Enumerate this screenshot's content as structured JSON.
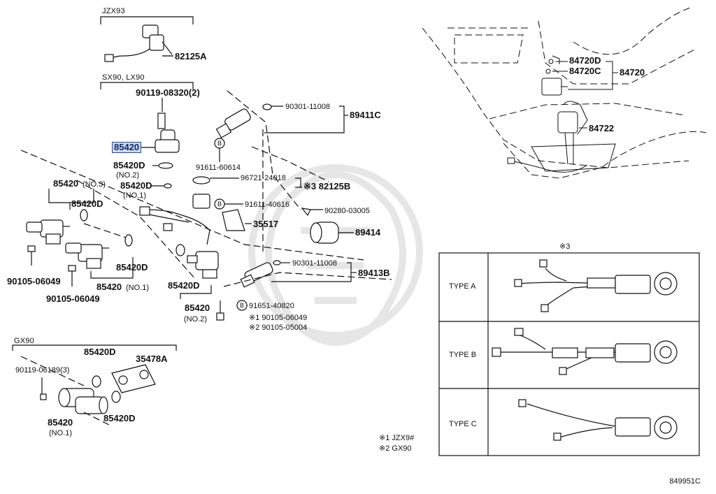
{
  "sections": {
    "jzx93": "JZX93",
    "sx90_lx90": "SX90, LX90",
    "gx90": "GX90"
  },
  "labels": {
    "p82125A": "82125A",
    "p90119_08320": "90119-08320(2)",
    "p85420_hl": "85420",
    "p85420D_no2": "85420D",
    "no2_a": "(NO.2)",
    "p85420D_no1": "85420D",
    "no1_a": "(NO.1)",
    "p85420_no3": "85420",
    "no3": "(NO.3)",
    "p85420D_left": "85420D",
    "p90105_06049_a": "90105-06049",
    "p90105_06049_b": "90105-06049",
    "p85420D_mid": "85420D",
    "p85420_no1_mid": "85420",
    "no1_mid": "(NO.1)",
    "p85420D_lower": "85420D",
    "p85420_no2_lower": "85420",
    "no2_lower": "(NO.2)",
    "p90301_11008_a": "90301-11008",
    "p89411C": "89411C",
    "p91611_60614": "91611-60614",
    "p96721_24018": "96721-24018",
    "p82125B": "※3 82125B",
    "p91611_40616": "91611-40616",
    "p90280_03005": "90280-03005",
    "p35517": "35517",
    "p89414": "89414",
    "p90301_11008_b": "90301-11008",
    "p89413B": "89413B",
    "p91651_40820": "91651-40820",
    "p90105_06049_c": "※1 90105-06049",
    "p90105_05004": "※2 90105-05004",
    "p85420D_gx_top": "85420D",
    "p35478A": "35478A",
    "p90119_06189": "90119-06189(3)",
    "p85420_gx": "85420",
    "no1_gx": "(NO.1)",
    "p85420D_gx_bot": "85420D",
    "p84720D": "84720D",
    "p84720C": "84720C",
    "p84720": "84720",
    "p84722": "84722"
  },
  "inset": {
    "title": "※3",
    "rows": [
      {
        "label": "TYPE A"
      },
      {
        "label": "TYPE B"
      },
      {
        "label": "TYPE C"
      }
    ]
  },
  "notes": {
    "n1": "※1 JZX9#",
    "n2": "※2 GX90"
  },
  "figure_code": "849951C",
  "colors": {
    "highlight_fill": "#c9d8ee",
    "highlight_border": "#1e4fa0",
    "watermark": "#e4e4e4"
  }
}
